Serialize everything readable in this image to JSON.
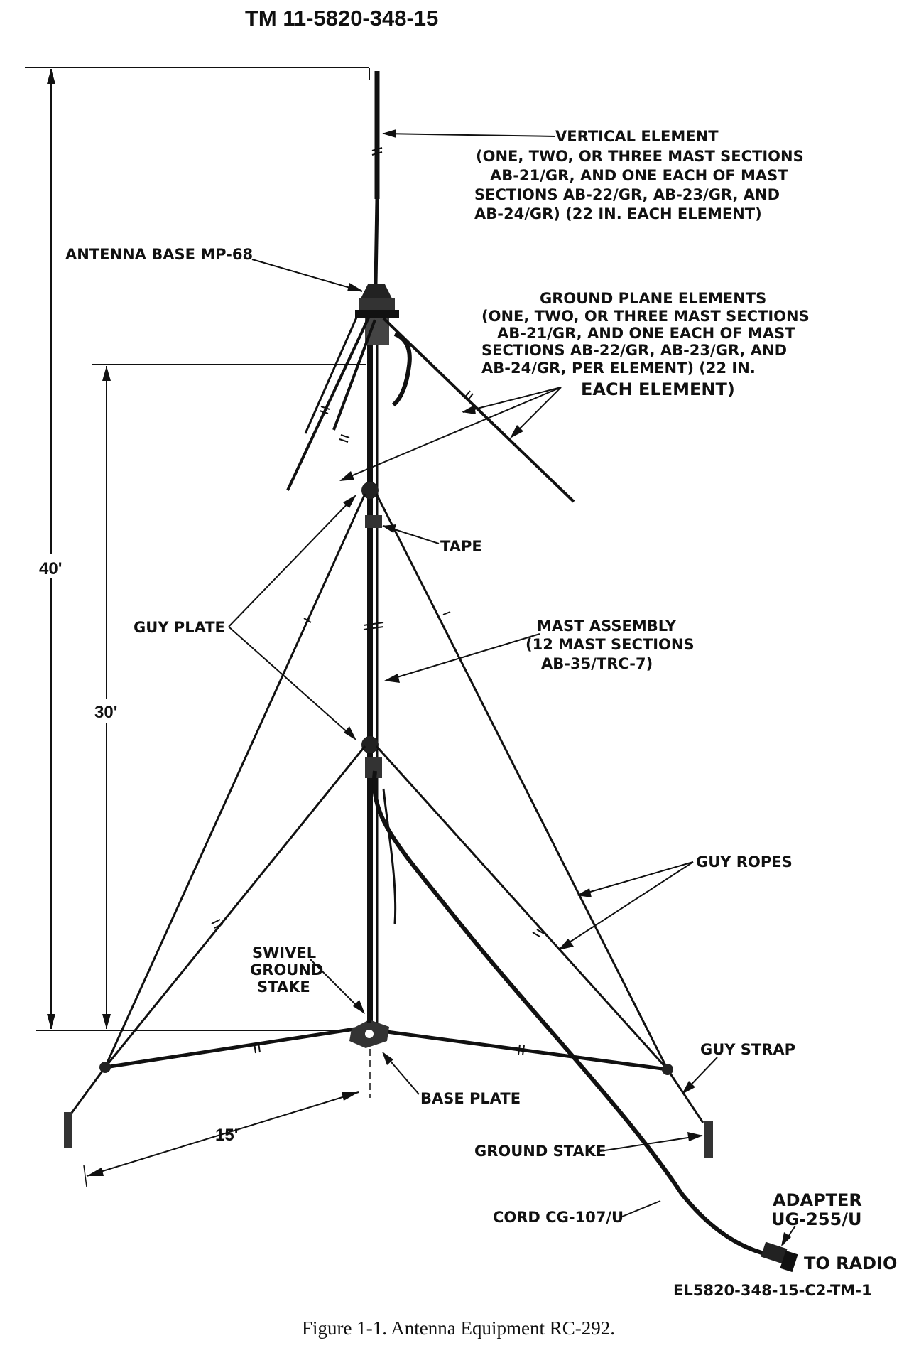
{
  "header": {
    "doc_number": "TM 11-5820-348-15"
  },
  "labels": {
    "vertical_element": [
      "VERTICAL ELEMENT",
      "(ONE, TWO, OR THREE MAST SECTIONS",
      "AB-21/GR, AND ONE EACH OF MAST",
      "SECTIONS AB-22/GR, AB-23/GR, AND",
      "AB-24/GR) (22 IN. EACH ELEMENT)"
    ],
    "antenna_base": "ANTENNA BASE MP-68",
    "ground_plane": [
      "GROUND PLANE ELEMENTS",
      "(ONE, TWO, OR THREE MAST SECTIONS",
      "AB-21/GR, AND ONE EACH OF MAST",
      "SECTIONS AB-22/GR, AB-23/GR, AND",
      "AB-24/GR, PER ELEMENT) (22 IN.",
      "EACH ELEMENT)"
    ],
    "tape": "TAPE",
    "guy_plate": "GUY PLATE",
    "mast_assembly": [
      "MAST ASSEMBLY",
      "(12 MAST SECTIONS",
      "AB-35/TRC-7)"
    ],
    "guy_ropes": "GUY ROPES",
    "swivel_ground_stake": [
      "SWIVEL",
      "GROUND",
      "STAKE"
    ],
    "guy_strap": "GUY STRAP",
    "base_plate": "BASE PLATE",
    "ground_stake": "GROUND STAKE",
    "cord": "CORD CG-107/U",
    "adapter": [
      "ADAPTER",
      "UG-255/U"
    ],
    "to_radio": "TO RADIO",
    "figure_code": "EL5820-348-15-C2-TM-1"
  },
  "dimensions": {
    "total_height": "40'",
    "guy_height": "30'",
    "base_spread": "15'"
  },
  "caption": "Figure 1-1.  Antenna Equipment  RC-292."
}
